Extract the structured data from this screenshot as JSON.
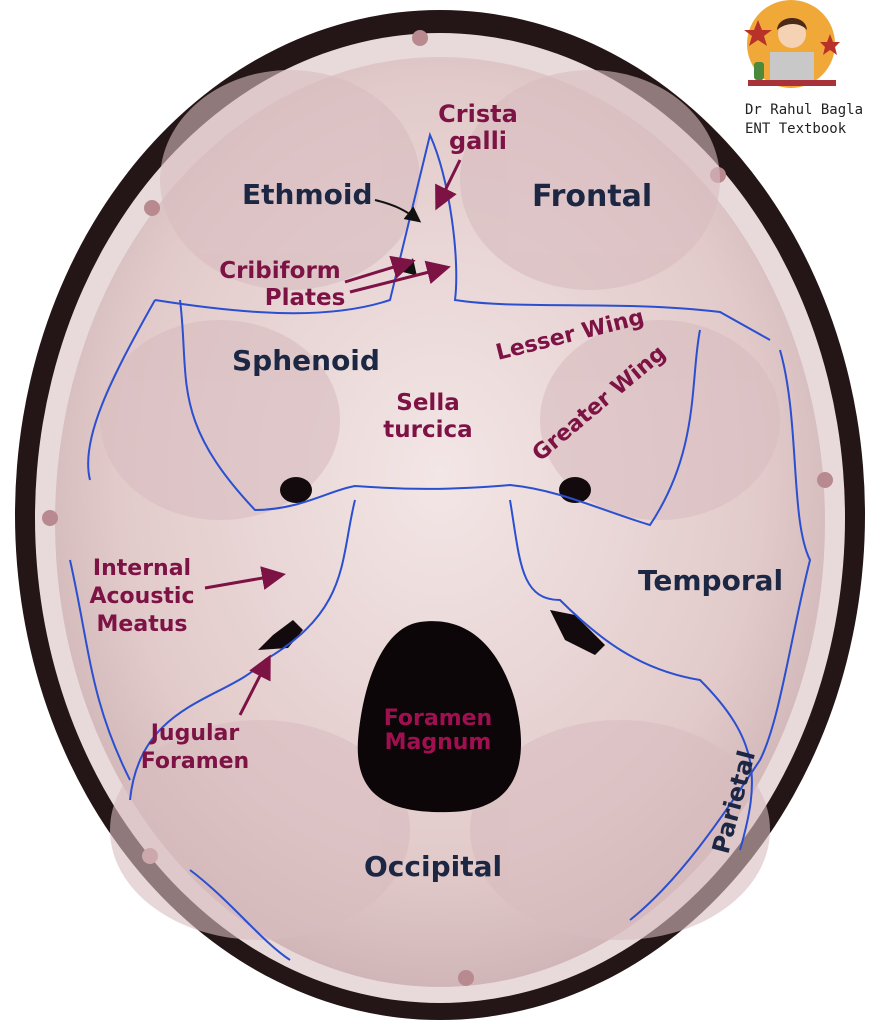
{
  "labels": {
    "ethmoid": "Ethmoid",
    "crista_galli_1": "Crista",
    "crista_galli_2": "galli",
    "frontal": "Frontal",
    "cribiform_1": "Cribiform",
    "cribiform_2": "Plates",
    "sphenoid": "Sphenoid",
    "lesser_wing": "Lesser Wing",
    "greater_wing": "Greater Wing",
    "sella_1": "Sella",
    "sella_2": "turcica",
    "internal_1": "Internal",
    "internal_2": "Acoustic",
    "internal_3": "Meatus",
    "temporal": "Temporal",
    "jugular_1": "Jugular",
    "jugular_2": "Foramen",
    "foramen_magnum_1": "Foramen",
    "foramen_magnum_2": "Magnum",
    "parietal": "Parietal",
    "occipital": "Occipital"
  },
  "logo": {
    "line1": "Dr Rahul Bagla",
    "line2": "ENT Textbook"
  },
  "colors": {
    "bone": "#e9d6d6",
    "rim": "#241616",
    "suture": "#2a4fd0",
    "label_dark": "#1c2743",
    "label_red": "#7d1245"
  }
}
